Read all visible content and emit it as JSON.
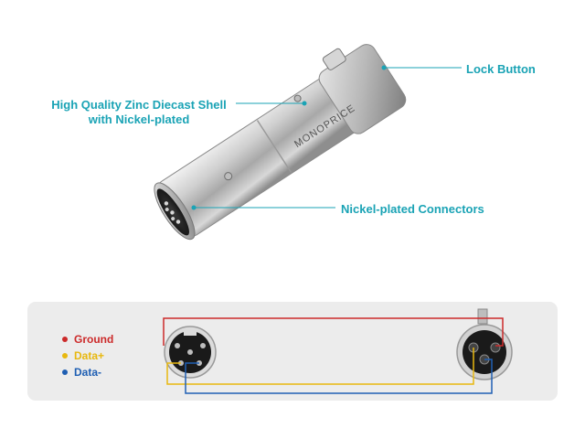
{
  "callouts": {
    "shell_line1": "High Quality Zinc Diecast Shell",
    "shell_line2": "with Nickel-plated",
    "lock": "Lock Button",
    "connectors": "Nickel-plated Connectors"
  },
  "brand_text": "MONOPRICE",
  "legend": [
    {
      "label": "Ground",
      "color": "#cc2a2a"
    },
    {
      "label": "Data+",
      "color": "#e8b80f"
    },
    {
      "label": "Data-",
      "color": "#1f5fb3"
    }
  ],
  "colors": {
    "accent": "#1aa3b5",
    "panel": "#ececec"
  },
  "icons": [
    "xlr-adapter-photo",
    "male-5pin-connector-icon",
    "female-3pin-connector-icon"
  ]
}
